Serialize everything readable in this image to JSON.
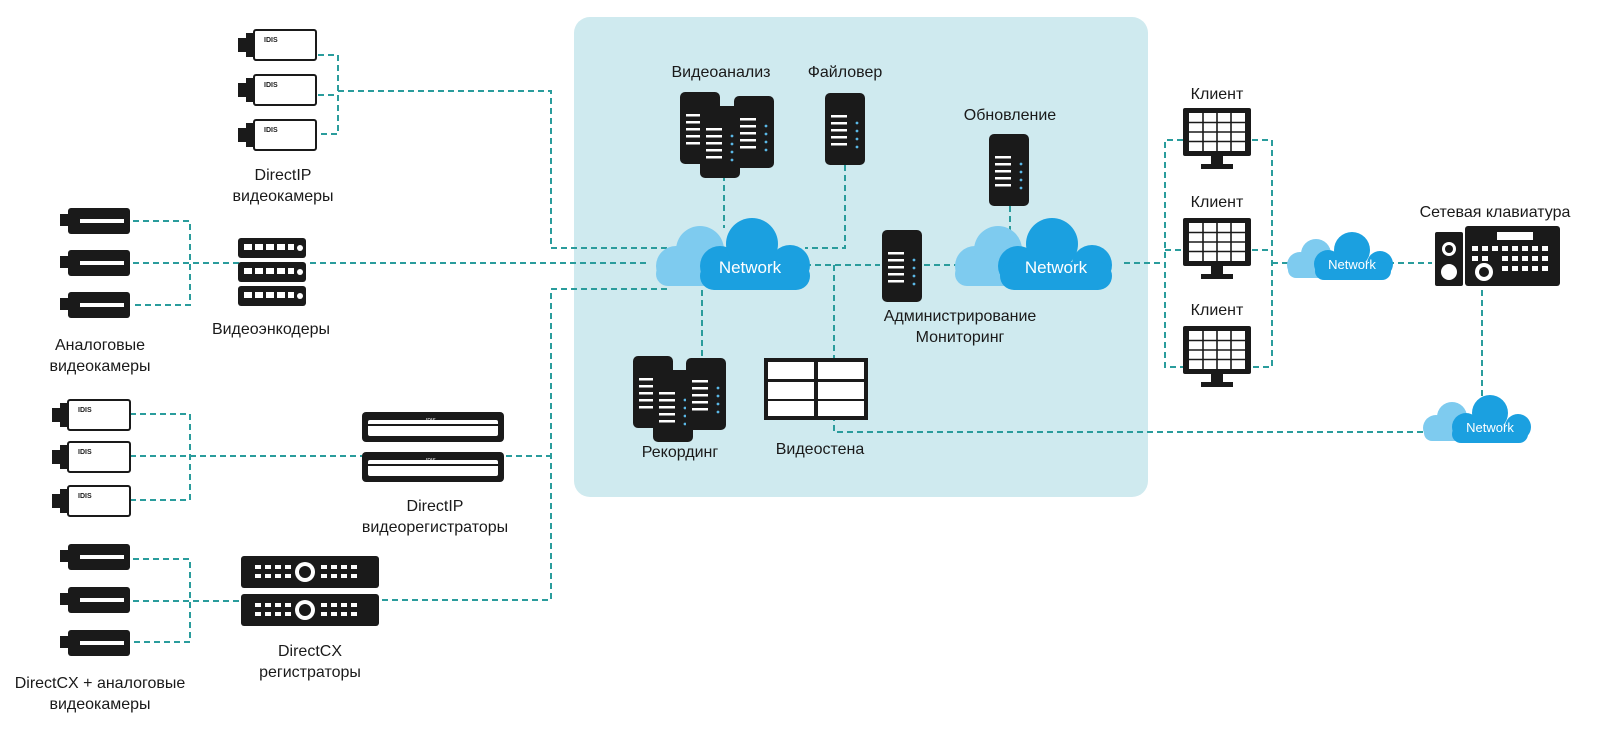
{
  "colors": {
    "zone": "#cfeaef",
    "link": "#2a9c9c",
    "cloud_main": "#1ba0e0",
    "cloud_light": "#7ecbef",
    "device": "#1a1a1a",
    "screen": "#ffffff"
  },
  "labels": {
    "directip_cams_1": "DirectIP",
    "directip_cams_2": "видеокамеры",
    "analog_cams_1": "Аналоговые",
    "analog_cams_2": "видеокамеры",
    "encoders": "Видеоэнкодеры",
    "directip_nvr_1": "DirectIP",
    "directip_nvr_2": "видеорегистраторы",
    "directcx_cams_1": "DirectCX + аналоговые",
    "directcx_cams_2": "видеокамеры",
    "directcx_dvr_1": "DirectCX",
    "directcx_dvr_2": "регистраторы",
    "analytics": "Видеоанализ",
    "failover": "Файловер",
    "update": "Обновление",
    "admin_1": "Администрирование",
    "admin_2": "Мониторинг",
    "recording": "Рекординг",
    "videowall": "Видеостена",
    "client_1": "Клиент",
    "client_2": "Клиент",
    "client_3": "Клиент",
    "keyboard": "Сетевая клавиатура"
  },
  "clouds": {
    "main_1": "Network",
    "main_2": "Network",
    "small_1": "Network",
    "small_2": "Network"
  },
  "brand_mark": "IDIS"
}
